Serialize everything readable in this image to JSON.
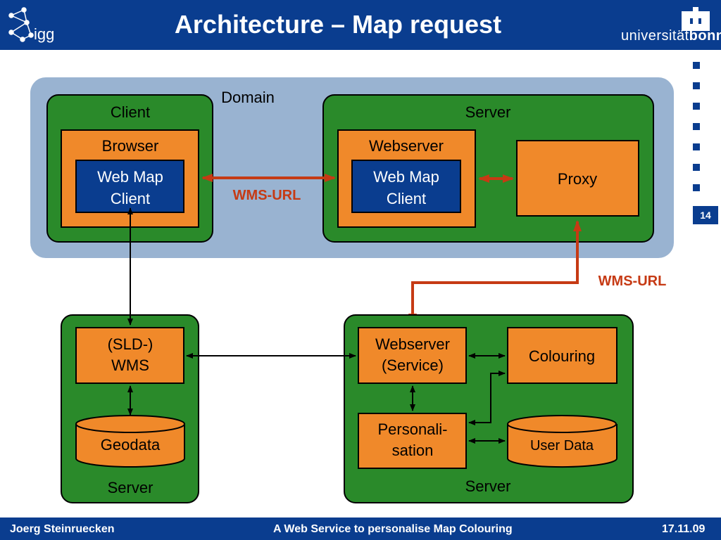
{
  "header": {
    "title": "Architecture – Map request",
    "logo_left_text": "igg",
    "logo_right_text_plain": "universität",
    "logo_right_text_bold": "bonn"
  },
  "page_number": "14",
  "footer": {
    "author": "Joerg Steinruecken",
    "talk_title": "A Web Service to personalise Map Colouring",
    "date": "17.11.09"
  },
  "diagram": {
    "domain_label": "Domain",
    "client_box": {
      "label": "Client",
      "browser_label": "Browser",
      "wmc_line1": "Web Map",
      "wmc_line2": "Client"
    },
    "server_top": {
      "label": "Server",
      "webserver_label": "Webserver",
      "wmc_line1": "Web Map",
      "wmc_line2": "Client",
      "proxy_label": "Proxy"
    },
    "wms_url_left": "WMS-URL",
    "wms_url_right": "WMS-URL",
    "server_left": {
      "label": "Server",
      "sld_line1": "(SLD-)",
      "sld_line2": "WMS",
      "geodata_label": "Geodata"
    },
    "server_right": {
      "label": "Server",
      "ws_line1": "Webserver",
      "ws_line2": "(Service)",
      "colouring_label": "Colouring",
      "pers_line1": "Personali-",
      "pers_line2": "sation",
      "userdata_label": "User Data"
    }
  },
  "colors": {
    "header_blue": "#0a3d8f",
    "domain_blue": "#99b3d1",
    "server_green": "#2a8a2a",
    "orange": "#f0892a",
    "dark_blue_box": "#0a3d8f",
    "red_arrow": "#c63a14"
  }
}
